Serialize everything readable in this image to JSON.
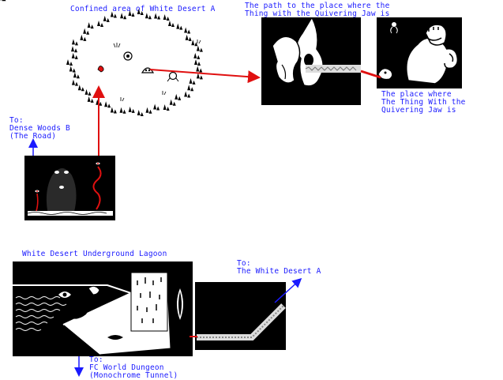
{
  "labels": {
    "desert_title": "Confined area of White Desert A",
    "path_title": "The path to the place where the\nThing with the Quivering Jaw is",
    "thing_place": "The place where\nThe Thing With the\nQuivering Jaw is",
    "to_woods": "To:\nDense Woods B\n(The Road)",
    "lagoon_title": "White Desert Underground Lagoon",
    "to_white_desert": "To:\nThe White Desert A",
    "to_fc_dungeon": "To:\nFC World Dungeon\n(Monochrome Tunnel)"
  },
  "colors": {
    "label": "#1a1aff",
    "arrow_red": "#e01010",
    "arrow_blue": "#1a1aff",
    "panel_bg": "#000000"
  }
}
